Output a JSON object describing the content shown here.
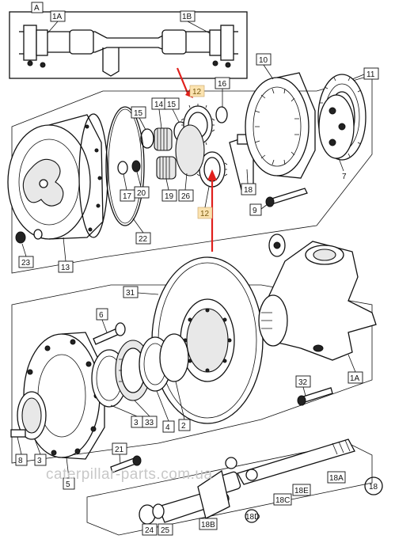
{
  "watermark": "caterpillar-parts.com.ua",
  "callouts": {
    "A": "A",
    "c1A": "1A",
    "c1B": "1B",
    "c10": "10",
    "c11": "11",
    "c16": "16",
    "c12top": "12",
    "c12bot": "12",
    "c15a": "15",
    "c14": "14",
    "c15b": "15",
    "c13": "13",
    "c17": "17",
    "c20": "20",
    "c19": "19",
    "c26": "26",
    "c18": "18",
    "c7": "7",
    "c9": "9",
    "c22": "22",
    "c23": "23",
    "c31": "31",
    "c6": "6",
    "c1Abot": "1A",
    "c32": "32",
    "c3a": "3",
    "c33": "33",
    "c4": "4",
    "c2": "2",
    "c8": "8",
    "c3b": "3",
    "c5": "5",
    "c21": "21",
    "c24": "24",
    "c25": "25",
    "c18B": "18B",
    "c18D": "18D",
    "c18C": "18C",
    "c18E": "18E",
    "c18A": "18A",
    "c18circ": "18"
  },
  "colors": {
    "highlight_arrow": "#e0201c",
    "highlight_label": "#fbe3b0",
    "line": "#111111"
  }
}
